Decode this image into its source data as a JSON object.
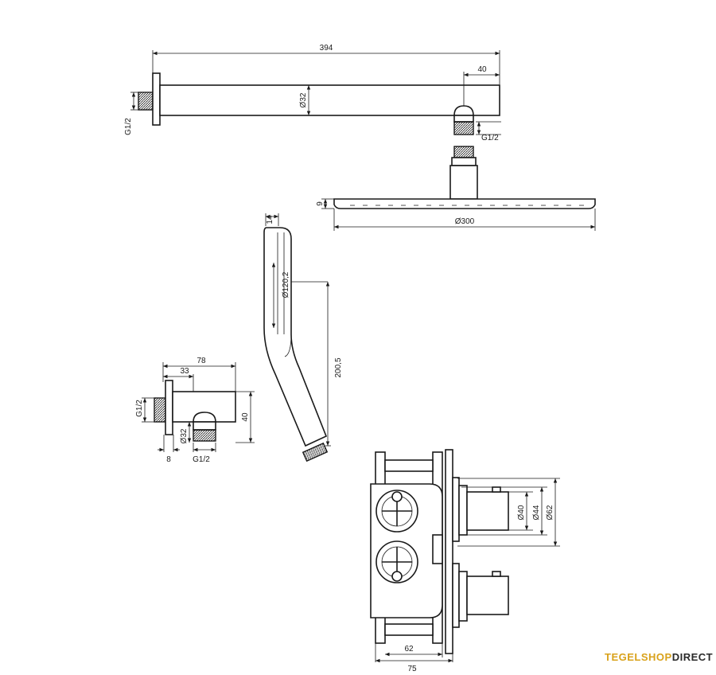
{
  "dimensions": {
    "arm_length": "394",
    "arm_diameter": "Ø32",
    "arm_thread": "G1/2",
    "arm_tip": "40",
    "head_thread": "G1/2",
    "head_thickness": "9",
    "head_diameter": "Ø300",
    "hand_thickness": "14",
    "hand_head_diameter": "Ø120,2",
    "hand_length": "200,5",
    "elbow_width": "78",
    "elbow_offset": "33",
    "elbow_thread_left": "G1/2",
    "elbow_height": "40",
    "elbow_diameter": "Ø32",
    "elbow_flange": "8",
    "elbow_thread_bottom": "G1/2",
    "valve_d40": "Ø40",
    "valve_d44": "Ø44",
    "valve_d62": "Ø62",
    "box_depth": "62",
    "box_total": "75"
  },
  "brand": {
    "part1": "TEGELSHOP",
    "part2": "DIRECT",
    "accent": "#d9a21b"
  }
}
